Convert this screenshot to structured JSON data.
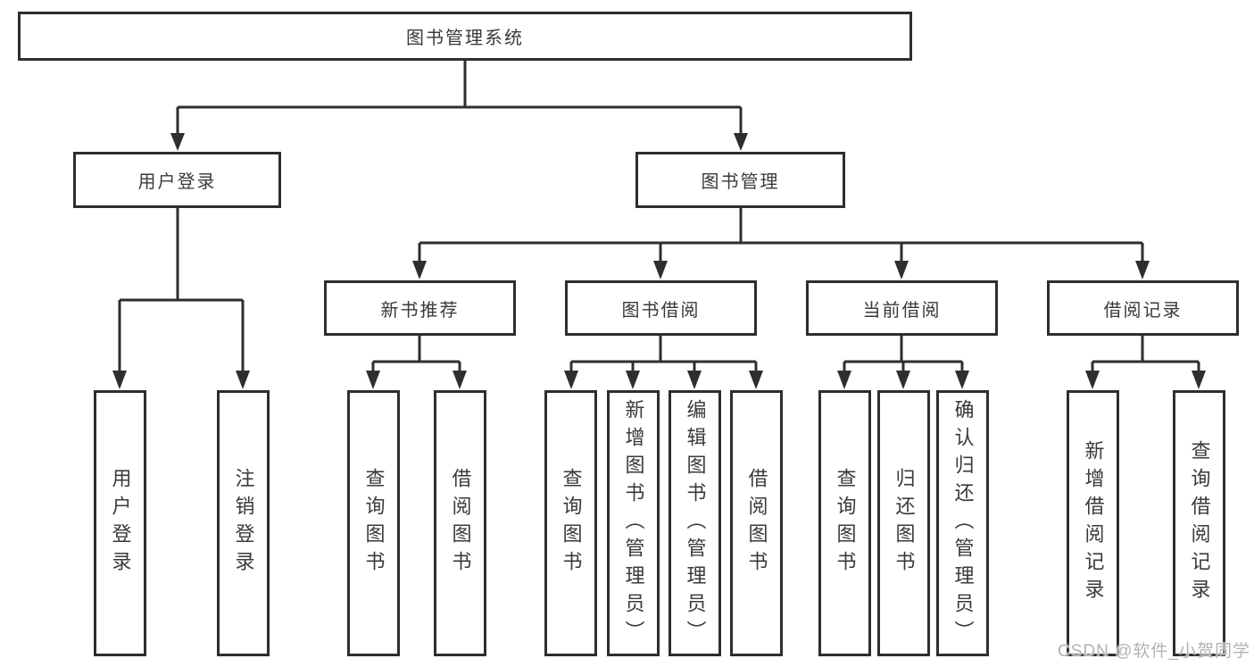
{
  "root_label": "图书管理系统",
  "watermark": "CSDN @软件_小贺同学",
  "user_login": {
    "label": "用户登录",
    "children": [
      "用户登录",
      "注销登录"
    ]
  },
  "book_management": {
    "label": "图书管理"
  },
  "new_books": {
    "label": "新书推荐",
    "children": [
      "查询图书",
      "借阅图书"
    ]
  },
  "book_borrow": {
    "label": "图书借阅",
    "children": [
      "查询图书",
      "新增图书（管理员）",
      "编辑图书（管理员）",
      "借阅图书"
    ]
  },
  "current_borrow": {
    "label": "当前借阅",
    "children": [
      "查询图书",
      "归还图书",
      "确认归还（管理员）"
    ]
  },
  "borrow_records": {
    "label": "借阅记录",
    "children": [
      "新增借阅记录",
      "查询借阅记录"
    ]
  }
}
